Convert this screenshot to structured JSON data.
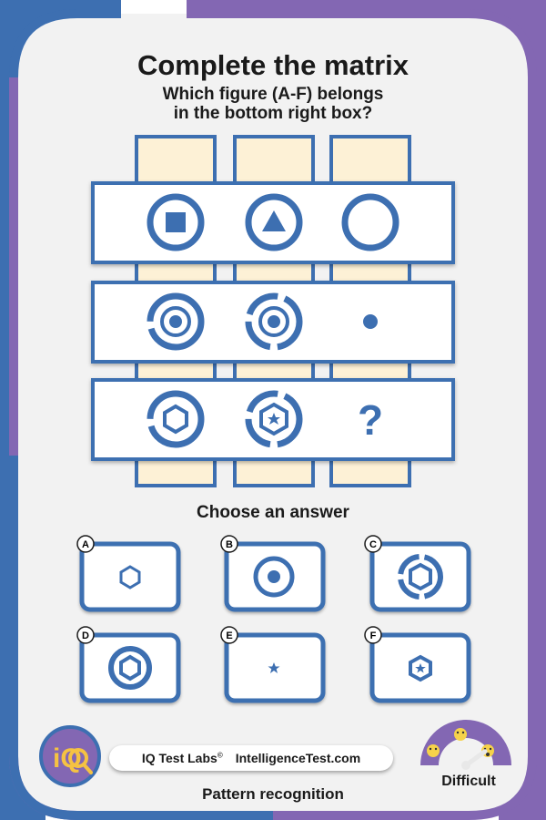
{
  "header": {
    "title": "Complete the matrix",
    "subtitle_line1": "Which figure (A-F) belongs",
    "subtitle_line2": "in the bottom right box?"
  },
  "matrix": {
    "rows": [
      {
        "cells": [
          "ring-with-square",
          "ring-with-triangle",
          "empty-ring"
        ]
      },
      {
        "cells": [
          "broken-ring-with-dot",
          "broken-ring-with-dot",
          "dot"
        ]
      },
      {
        "cells": [
          "broken-ring-with-hexagon",
          "broken-ring-with-star-hexagon",
          "unknown"
        ]
      }
    ],
    "missing_symbol": "?"
  },
  "answers": {
    "prompt": "Choose an answer",
    "options": [
      {
        "letter": "A",
        "figure": "hexagon"
      },
      {
        "letter": "B",
        "figure": "ring-with-dot"
      },
      {
        "letter": "C",
        "figure": "broken-ring-with-hexagon"
      },
      {
        "letter": "D",
        "figure": "ring-with-hexagon"
      },
      {
        "letter": "E",
        "figure": "star"
      },
      {
        "letter": "F",
        "figure": "hexagon-with-star"
      }
    ]
  },
  "branding": {
    "logo_text": "iQ",
    "company": "IQ Test Labs",
    "trademark": "©",
    "website": "IntelligenceTest.com"
  },
  "footer": {
    "category": "Pattern recognition",
    "difficulty": "Difficult",
    "gauge_level": 0.8
  },
  "colors": {
    "blue": "#3d6fb1",
    "purple": "#8367b3",
    "cream": "#fdf1d6",
    "panel": "#f2f2f2"
  }
}
